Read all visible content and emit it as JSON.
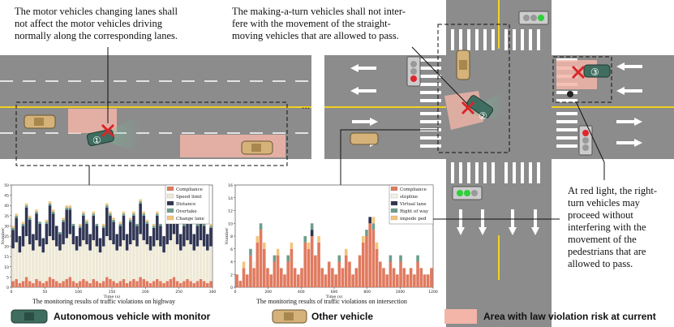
{
  "annotations": {
    "lane_change": [
      "The motor vehicles changing lanes shall",
      "not affect the motor vehicles driving",
      "normally along the corresponding lanes."
    ],
    "turning": [
      "The making-a-turn vehicles shall not inter-",
      "fere with the movement of the straight-",
      "moving vehicles that are allowed to pass."
    ],
    "red_light": [
      "At red light, the right-",
      "turn vehicles may",
      "proceed without",
      "interfering with the",
      "movement of the",
      "pedestrians that are",
      "allowed to pass."
    ]
  },
  "vehicle_labels": [
    "①",
    "②",
    "③"
  ],
  "ellipsis": "...",
  "legend": {
    "autonomous": "Autonomous vehicle with monitor",
    "other": "Other vehicle",
    "risk": "Area with law violation risk at current"
  },
  "colors": {
    "road": "#8c8c8c",
    "risk": "#f2b5a8",
    "autonomous": "#3f6e60",
    "other": "#d4b27a",
    "violation_mark": "#d8262b"
  },
  "chart_data": [
    {
      "type": "bar",
      "stacked": true,
      "caption": "The monitoring results of traffic violations on highway",
      "xlabel": "Time (s)",
      "ylabel": "Number",
      "xlim": [
        0,
        300
      ],
      "ylim": [
        0,
        50
      ],
      "xticks": [
        0,
        50,
        100,
        150,
        200,
        250,
        300
      ],
      "yticks": [
        0,
        5,
        10,
        15,
        20,
        25,
        30,
        35,
        40,
        45,
        50
      ],
      "series": [
        {
          "name": "Compliance",
          "color": "#e07a5f",
          "values": [
            3,
            4,
            2,
            3,
            5,
            3,
            2,
            4,
            3,
            2,
            3,
            5,
            4,
            3,
            2,
            3,
            4,
            5,
            3,
            2,
            3,
            4,
            3,
            2,
            4,
            3,
            2,
            3,
            5,
            4,
            3,
            2,
            3,
            4,
            2,
            3,
            4,
            3,
            5,
            4,
            3,
            2,
            3,
            4,
            3,
            2,
            3,
            4,
            5,
            3,
            2,
            3,
            4,
            3,
            2,
            3,
            4,
            3,
            2,
            3
          ]
        },
        {
          "name": "Speed limit",
          "color": "#eee9d6",
          "values": [
            16,
            18,
            15,
            17,
            20,
            18,
            16,
            19,
            17,
            15,
            18,
            20,
            19,
            17,
            16,
            18,
            20,
            21,
            18,
            16,
            17,
            19,
            18,
            16,
            19,
            17,
            15,
            17,
            20,
            19,
            18,
            16,
            17,
            19,
            16,
            18,
            19,
            17,
            21,
            19,
            18,
            16,
            17,
            19,
            17,
            15,
            18,
            19,
            21,
            18,
            16,
            17,
            19,
            18,
            16,
            17,
            19,
            17,
            16,
            17
          ]
        },
        {
          "name": "Distance",
          "color": "#2f3553",
          "values": [
            9,
            12,
            8,
            10,
            14,
            12,
            8,
            13,
            11,
            7,
            10,
            15,
            13,
            10,
            8,
            11,
            14,
            12,
            9,
            7,
            9,
            12,
            10,
            8,
            12,
            10,
            7,
            9,
            14,
            12,
            11,
            8,
            10,
            12,
            8,
            11,
            12,
            10,
            15,
            12,
            10,
            7,
            9,
            12,
            10,
            8,
            11,
            13,
            15,
            12,
            8,
            10,
            12,
            11,
            8,
            10,
            12,
            10,
            8,
            9
          ]
        },
        {
          "name": "Overtake",
          "color": "#6c9e8c",
          "values": [
            1,
            1,
            0,
            1,
            1,
            1,
            0,
            1,
            1,
            0,
            1,
            1,
            1,
            0,
            1,
            1,
            1,
            1,
            1,
            0,
            1,
            1,
            1,
            0,
            1,
            1,
            0,
            1,
            1,
            1,
            1,
            0,
            1,
            1,
            0,
            1,
            1,
            1,
            1,
            1,
            1,
            0,
            1,
            1,
            1,
            0,
            1,
            1,
            1,
            1,
            0,
            1,
            1,
            1,
            0,
            1,
            1,
            1,
            0,
            1
          ]
        },
        {
          "name": "Change lane",
          "color": "#f2c57c",
          "values": [
            1,
            1,
            0,
            1,
            1,
            1,
            0,
            1,
            0,
            0,
            1,
            1,
            1,
            0,
            0,
            1,
            1,
            1,
            0,
            0,
            1,
            1,
            1,
            0,
            1,
            0,
            0,
            1,
            1,
            1,
            1,
            0,
            1,
            1,
            0,
            1,
            1,
            0,
            1,
            1,
            1,
            0,
            1,
            1,
            0,
            0,
            1,
            1,
            1,
            1,
            0,
            1,
            1,
            0,
            0,
            1,
            1,
            1,
            0,
            1
          ]
        }
      ]
    },
    {
      "type": "bar",
      "stacked": true,
      "caption": "The monitoring results of traffic violations on intersection",
      "xlabel": "Time (s)",
      "ylabel": "Number",
      "xlim": [
        0,
        1200
      ],
      "ylim": [
        0,
        16
      ],
      "xticks": [
        0,
        200,
        400,
        600,
        800,
        1000,
        1200
      ],
      "yticks": [
        0,
        2,
        4,
        6,
        8,
        10,
        12,
        14,
        16
      ],
      "series": [
        {
          "name": "Compliance",
          "color": "#e07a5f",
          "values": [
            2,
            1,
            3,
            2,
            5,
            3,
            7,
            9,
            6,
            3,
            2,
            4,
            5,
            3,
            2,
            4,
            6,
            3,
            2,
            3,
            7,
            6,
            8,
            5,
            7,
            3,
            2,
            4,
            3,
            2,
            4,
            3,
            5,
            4,
            2,
            3,
            5,
            7,
            8,
            10,
            9,
            6,
            4,
            3,
            2,
            4,
            3,
            2,
            4,
            3,
            2,
            3,
            2,
            4,
            3,
            2,
            2,
            3
          ]
        },
        {
          "name": "stopline",
          "color": "#f3f0e6",
          "values": [
            0,
            0,
            0,
            0,
            0,
            1,
            0,
            0,
            0,
            0,
            0,
            0,
            0,
            0,
            0,
            0,
            0,
            0,
            0,
            0,
            0,
            0,
            0,
            0,
            0,
            0,
            0,
            0,
            0,
            0,
            0,
            0,
            0,
            0,
            0,
            0,
            0,
            0,
            0,
            0,
            0,
            0,
            0,
            0,
            0,
            0,
            0,
            0,
            0,
            0,
            0,
            0,
            0,
            0,
            0,
            0,
            0,
            0
          ]
        },
        {
          "name": "Virtual lane",
          "color": "#2f3553",
          "values": [
            0,
            0,
            0,
            0,
            0,
            0,
            0,
            0,
            0,
            0,
            0,
            0,
            0,
            0,
            0,
            0,
            0,
            0,
            0,
            0,
            0,
            0,
            1,
            0,
            0,
            0,
            0,
            0,
            0,
            0,
            0,
            0,
            0,
            0,
            0,
            0,
            0,
            0,
            0,
            1,
            0,
            0,
            0,
            0,
            0,
            0,
            0,
            0,
            0,
            0,
            0,
            0,
            0,
            0,
            0,
            0,
            0,
            0
          ]
        },
        {
          "name": "Right of way",
          "color": "#6c9e8c",
          "values": [
            0,
            0,
            0,
            0,
            1,
            0,
            0,
            1,
            0,
            0,
            0,
            1,
            0,
            0,
            0,
            1,
            0,
            0,
            0,
            0,
            1,
            0,
            1,
            0,
            0,
            0,
            0,
            0,
            0,
            0,
            1,
            0,
            0,
            0,
            0,
            0,
            0,
            0,
            1,
            0,
            1,
            0,
            0,
            0,
            0,
            1,
            0,
            0,
            1,
            0,
            0,
            0,
            0,
            1,
            0,
            0,
            0,
            0
          ]
        },
        {
          "name": "impede ped",
          "color": "#f2c57c",
          "values": [
            0,
            0,
            1,
            0,
            0,
            0,
            1,
            0,
            1,
            0,
            0,
            0,
            1,
            0,
            0,
            0,
            1,
            0,
            0,
            0,
            0,
            1,
            0,
            0,
            1,
            0,
            0,
            0,
            0,
            0,
            0,
            0,
            1,
            0,
            0,
            0,
            0,
            1,
            0,
            0,
            1,
            1,
            0,
            0,
            0,
            0,
            0,
            0,
            0,
            0,
            0,
            0,
            0,
            0,
            0,
            0,
            0,
            0
          ]
        }
      ]
    }
  ]
}
